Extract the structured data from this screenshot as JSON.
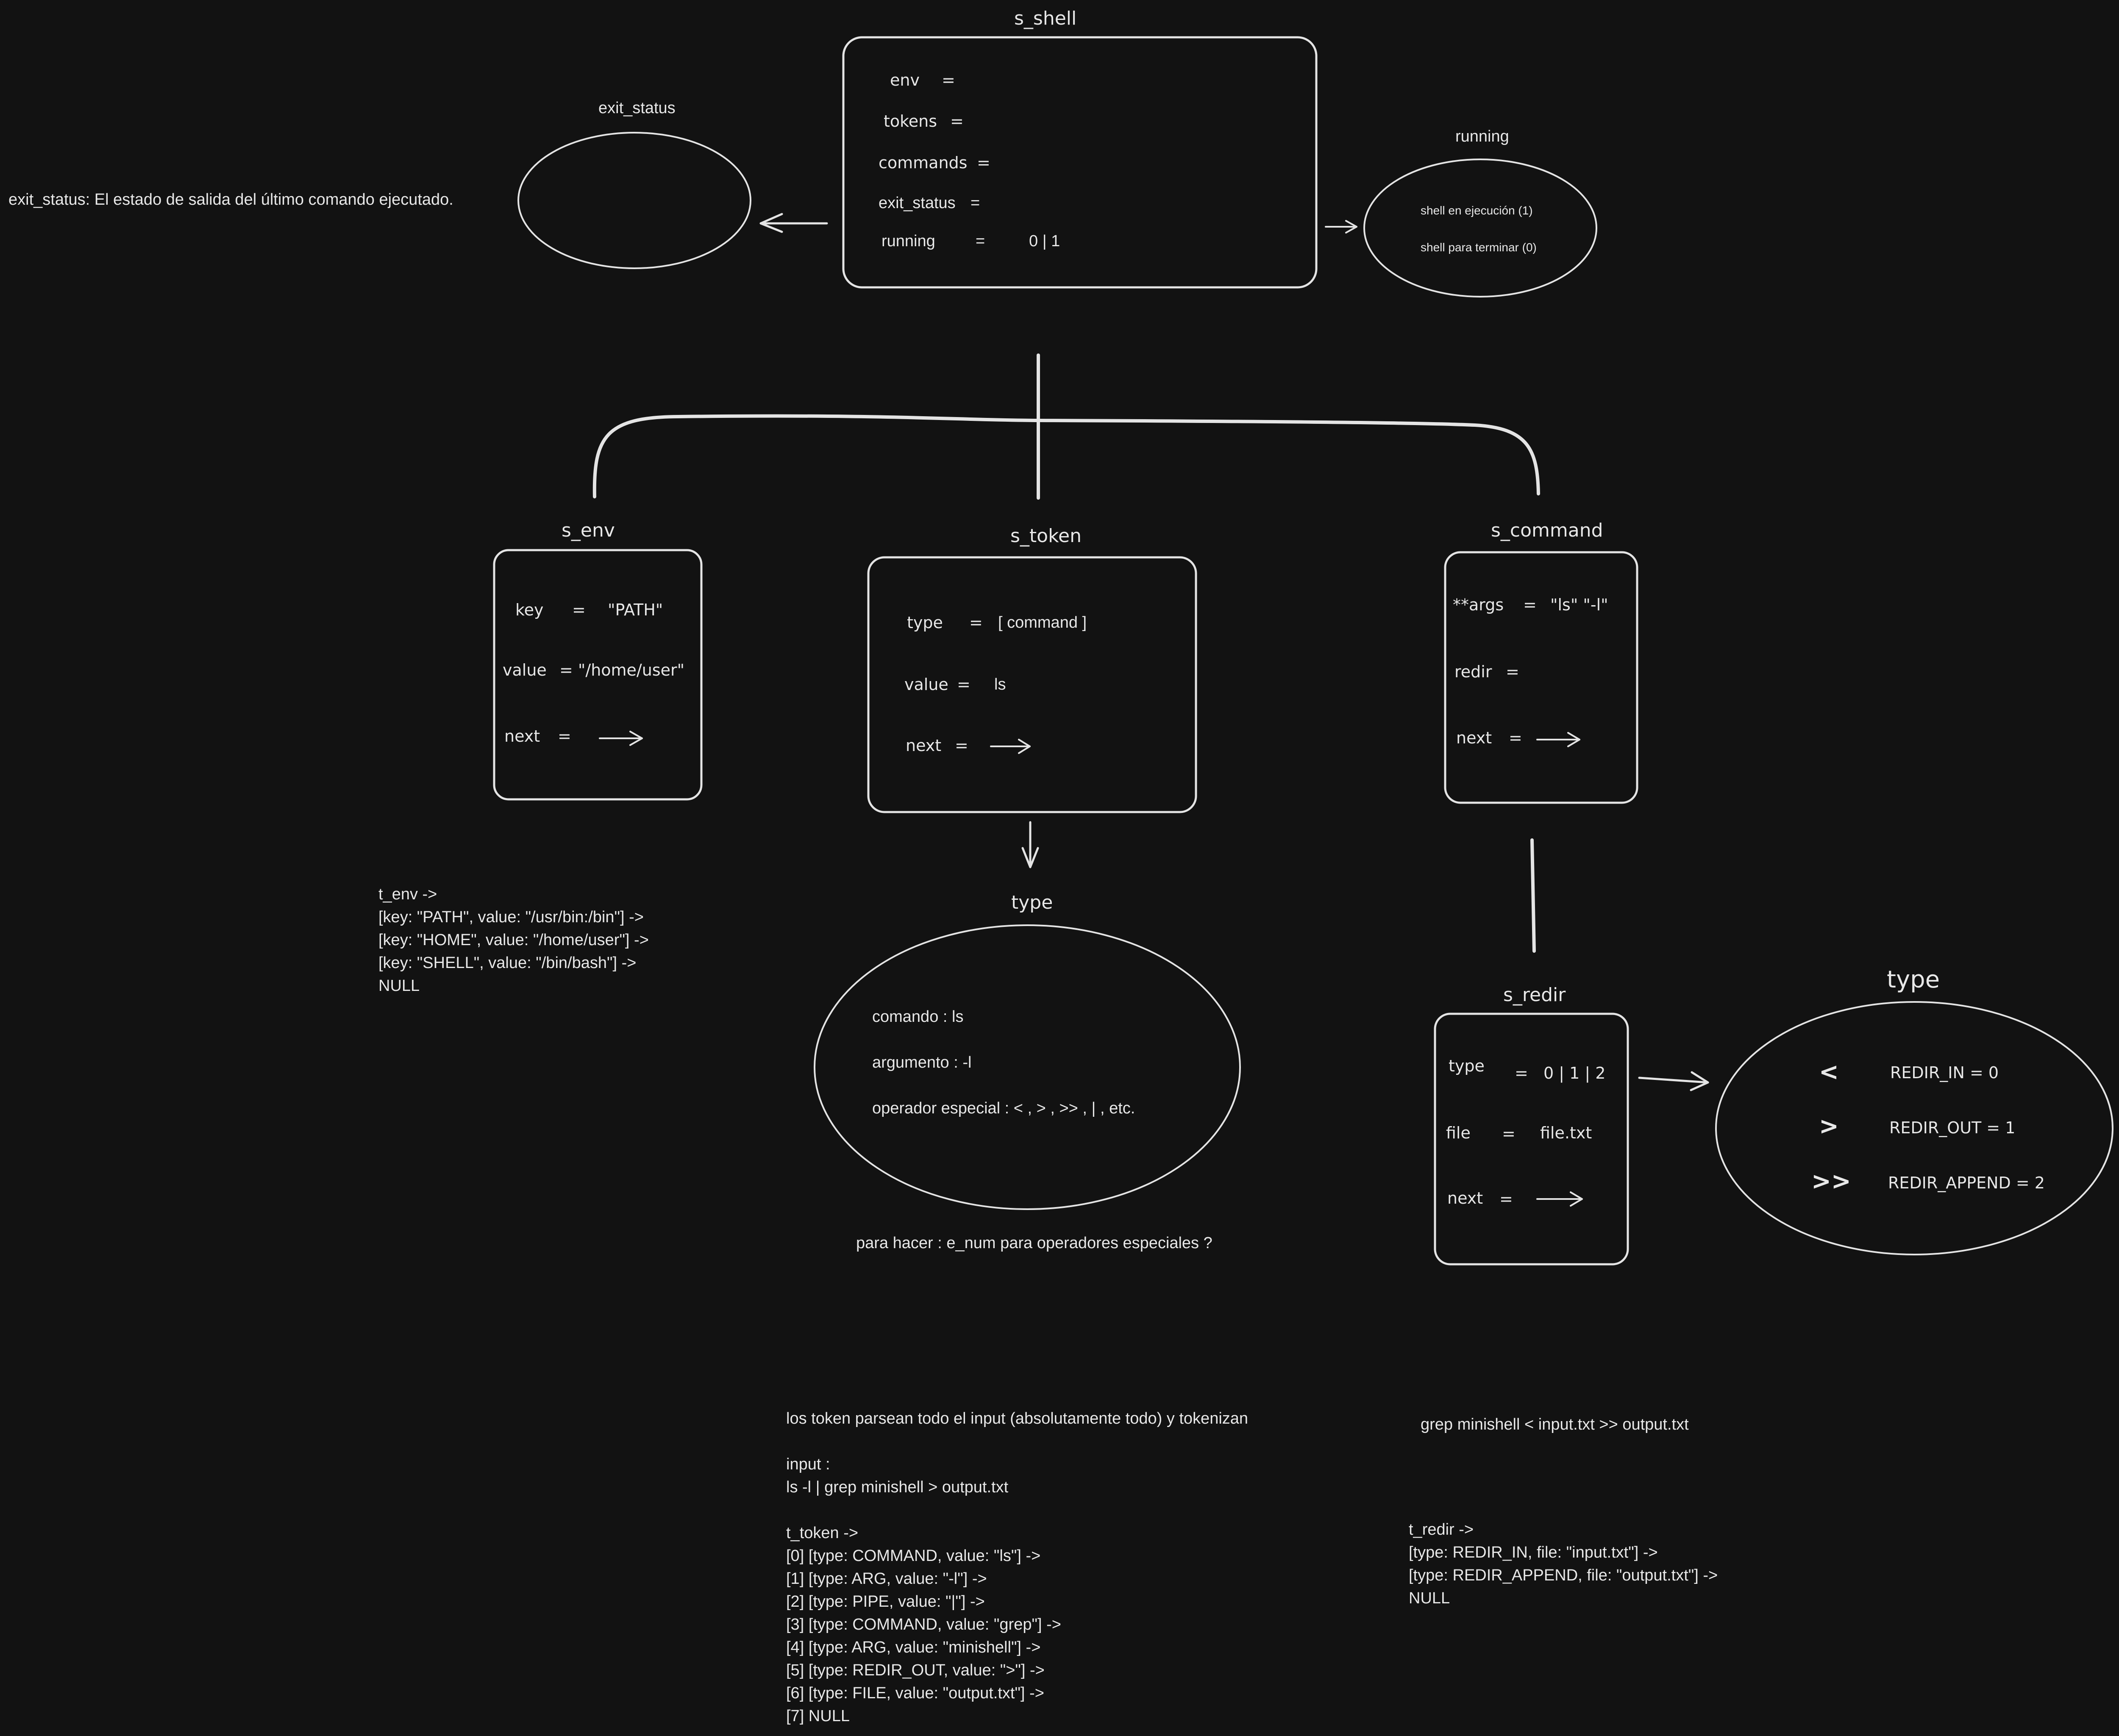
{
  "s_shell": {
    "title": "s_shell",
    "env": "env",
    "tokens": "tokens",
    "commands": "commands",
    "exit_status": "exit_status",
    "running": "running",
    "eq": "=",
    "running_value": "0  |  1"
  },
  "exit_status": {
    "title": "exit_status",
    "note": "exit_status: El estado de salida del último comando ejecutado."
  },
  "running": {
    "title": "running",
    "line1": "shell en ejecución (1)",
    "line2": "shell para terminar (0)"
  },
  "s_env": {
    "title": "s_env",
    "key_label": "key",
    "key_value": "\"PATH\"",
    "value_label": "value",
    "value_value": "= \"/home/user\"",
    "next_label": "next",
    "eq": "="
  },
  "s_token": {
    "title": "s_token",
    "type_label": "type",
    "type_value": "[ command ]",
    "value_label": "value",
    "value_value": "ls",
    "next_label": "next",
    "eq": "="
  },
  "s_command": {
    "title": "s_command",
    "args_label": "**args",
    "args_value": "\"ls\"  \"-l\"",
    "redir_label": "redir",
    "next_label": "next",
    "eq": "="
  },
  "type_token": {
    "title": "type",
    "comando": "comando    :    ls",
    "argumento": "argumento    :   -l",
    "operador": "operador especial   :   <  ,  >  ,  >>  ,  |  , etc.",
    "todo": "para hacer : e_num para operadores especiales ?"
  },
  "s_redir": {
    "title": "s_redir",
    "type_label": "type",
    "type_value": "0 | 1 | 2",
    "file_label": "file",
    "file_value": "file.txt",
    "next_label": "next",
    "eq": "="
  },
  "type_redir": {
    "title": "type",
    "rows": [
      {
        "glyph": "<",
        "label": "REDIR_IN     =    0"
      },
      {
        "glyph": ">",
        "label": "REDIR_OUT   =   1"
      },
      {
        "glyph": ">>",
        "label": "REDIR_APPEND = 2"
      }
    ]
  },
  "t_env_list": [
    "t_env ->",
    "[key: \"PATH\", value: \"/usr/bin:/bin\"] ->",
    "[key: \"HOME\", value: \"/home/user\"] ->",
    "[key: \"SHELL\", value: \"/bin/bash\"] ->",
    "NULL"
  ],
  "tokens_note": [
    "los token parsean todo el input (absolutamente todo) y tokenizan",
    "",
    "input :",
    "ls -l | grep minishell > output.txt",
    "",
    "t_token ->",
    "[0] [type: COMMAND, value: \"ls\"] ->",
    "[1] [type: ARG, value: \"-l\"] ->",
    "[2] [type: PIPE, value: \"|\"] ->",
    "[3] [type: COMMAND, value: \"grep\"] ->",
    "[4] [type: ARG, value: \"minishell\"] ->",
    "[5] [type: REDIR_OUT, value: \">\"] ->",
    "[6] [type: FILE, value: \"output.txt\"] ->",
    "[7] NULL"
  ],
  "grep_example": "grep minishell < input.txt >> output.txt",
  "t_redir_list": [
    "t_redir ->",
    "[type: REDIR_IN, file: \"input.txt\"] ->",
    "[type: REDIR_APPEND, file: \"output.txt\"] ->",
    "NULL"
  ]
}
